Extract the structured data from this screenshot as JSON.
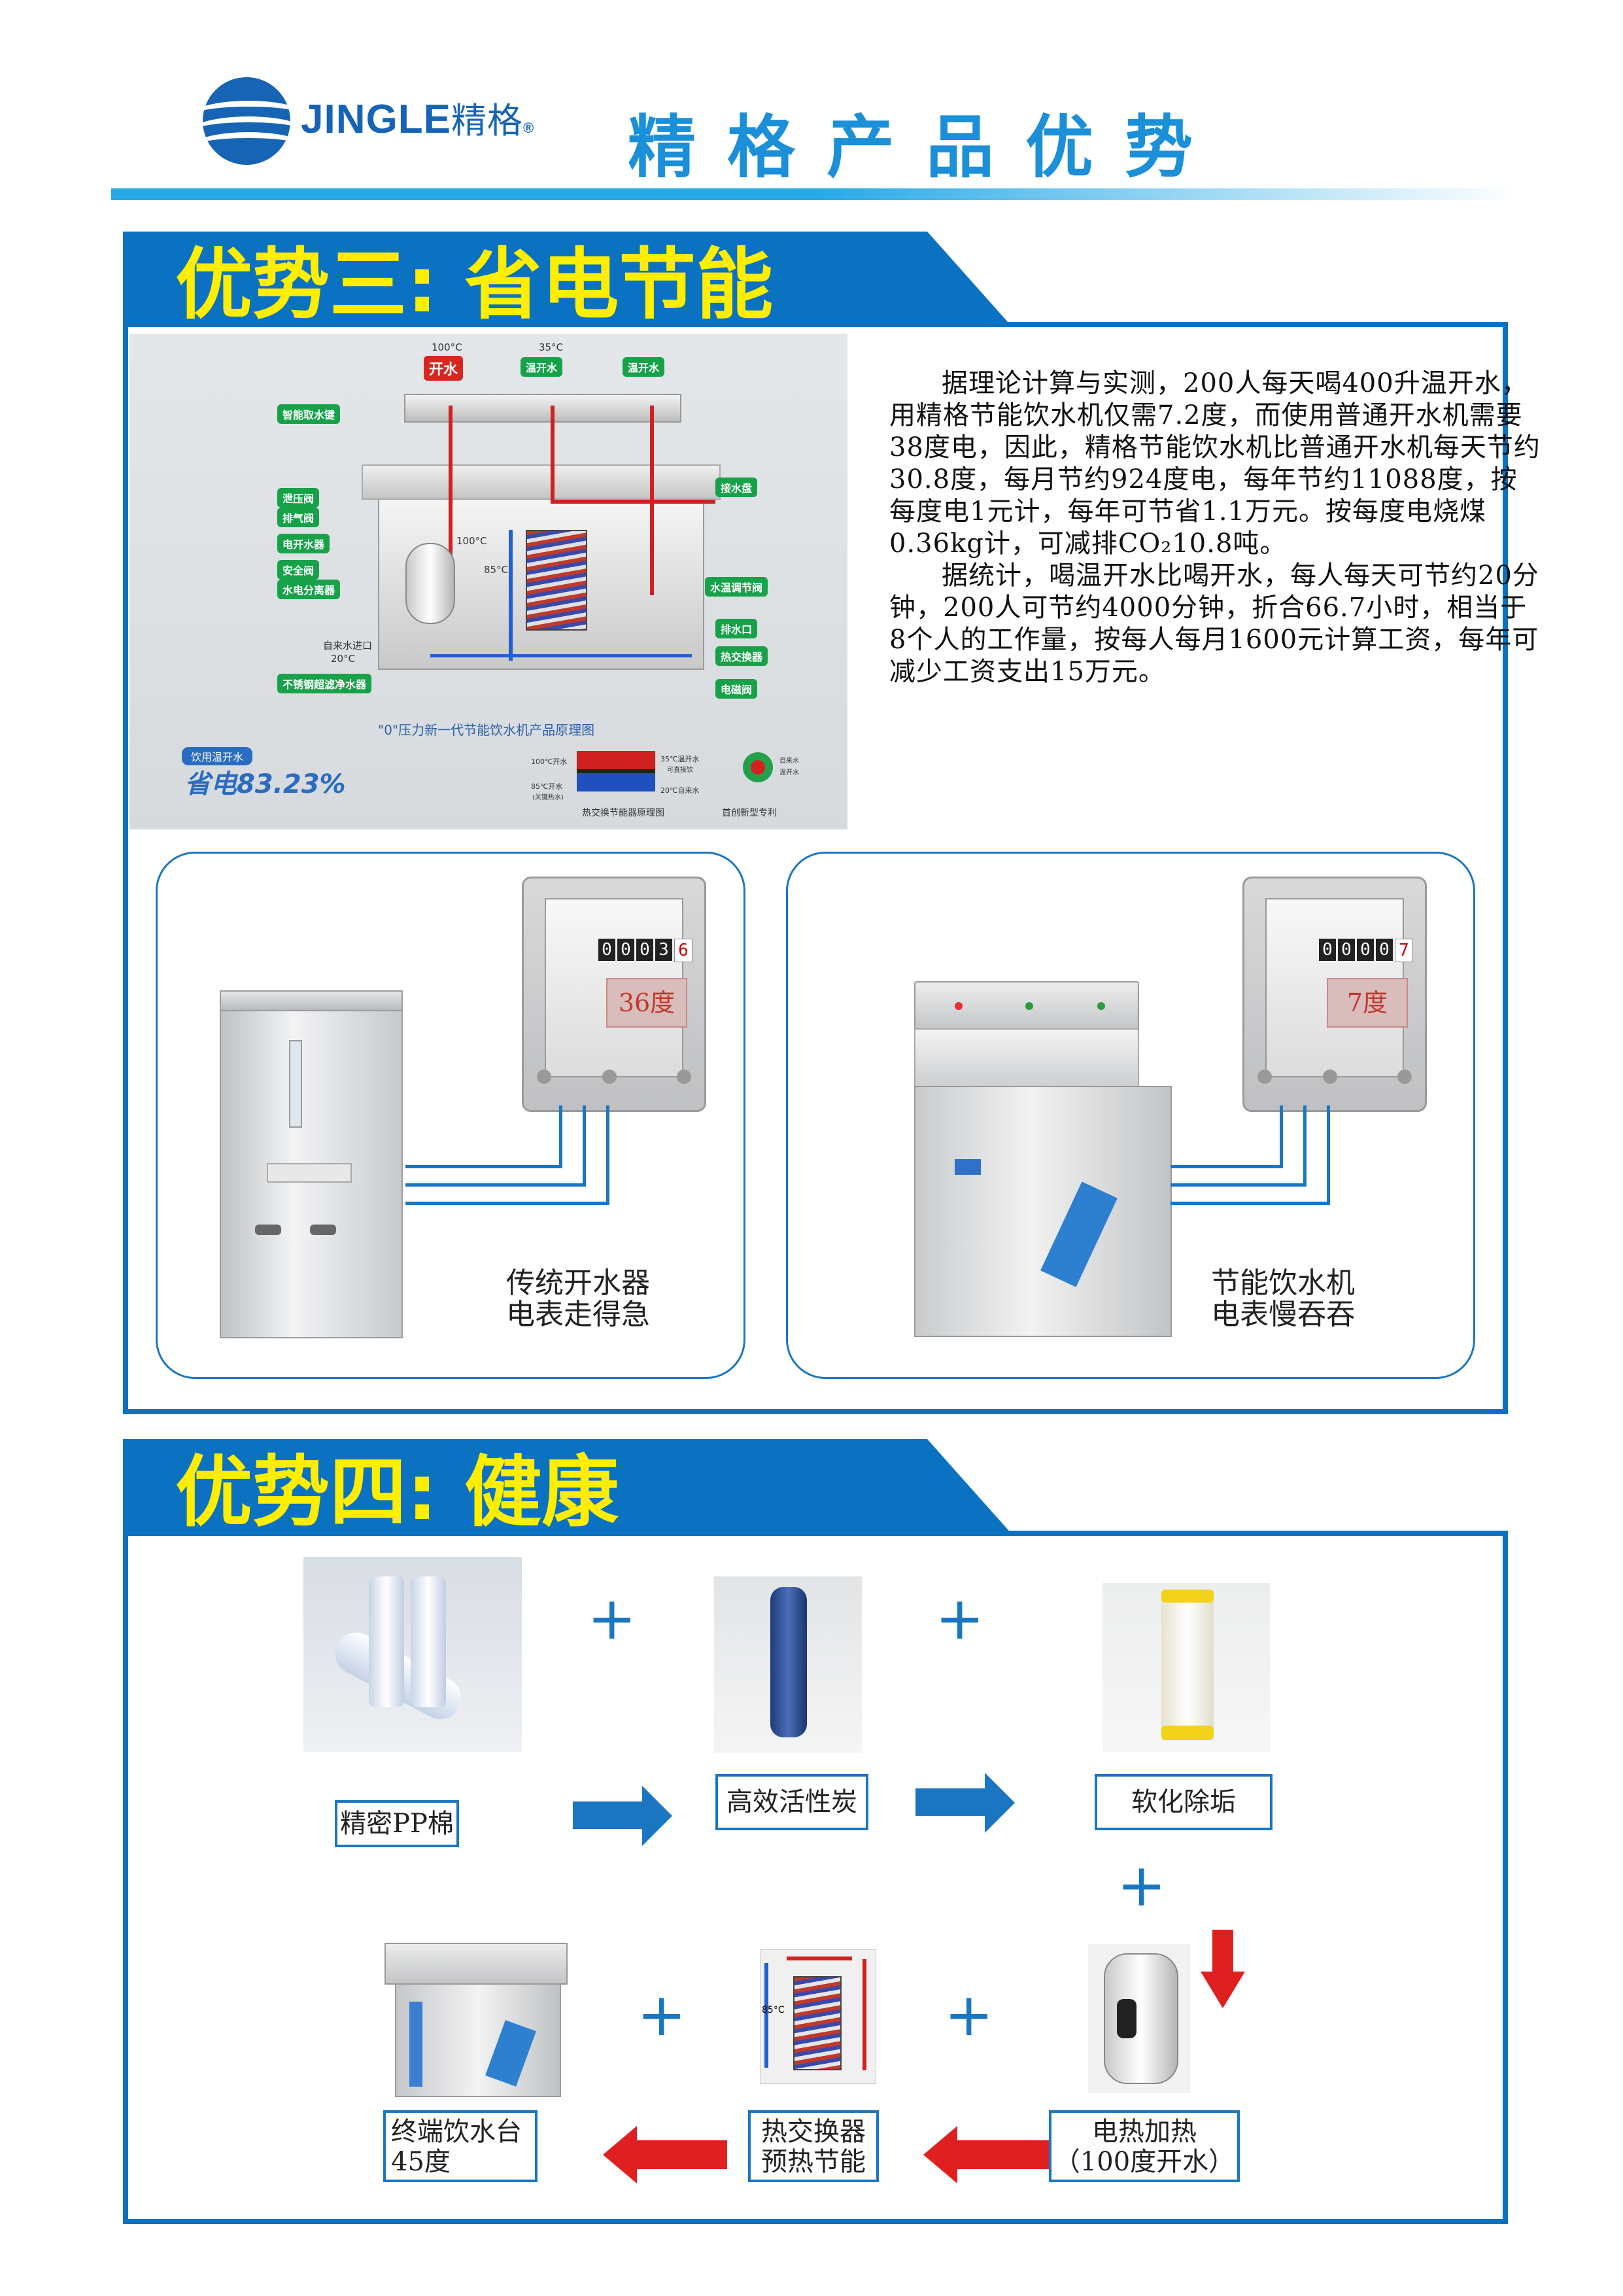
{
  "header": {
    "logo_en": "JINGLE",
    "logo_cn": "精格",
    "logo_mark": "®",
    "title": "精格产品优势"
  },
  "section3": {
    "title": "优势三: 省电节能",
    "diagram": {
      "temps": [
        "100°C",
        "35°C"
      ],
      "tap_labels": [
        "开水",
        "温开水",
        "温开水"
      ],
      "labels_left": [
        "智能取水键",
        "泄压阀",
        "排气阀",
        "电开水器",
        "安全阀",
        "水电分离器",
        "不锈钢超滤净水器"
      ],
      "labels_right": [
        "接水盘",
        "水温调节阀",
        "排水口",
        "热交换器",
        "电磁阀"
      ],
      "inlet_label": "自来水进口",
      "inlet_temp": "20°C",
      "temp_85": "85°C",
      "temp_100": "100°C",
      "caption": "\"0\"压力新一代节能饮水机产品原理图",
      "badge_small": "饮用温开水",
      "badge_big": "省电83.23%",
      "hx_labels": [
        "100℃开水",
        "35℃温开水",
        "可直接饮",
        "85℃开水",
        "(关键热水)",
        "20℃自来水"
      ],
      "hx_caption": "热交换节能器原理图",
      "patent_caption": "首创新型专利",
      "legend": [
        "自来水",
        "温开水"
      ]
    },
    "paragraphs": [
      "据理论计算与实测，200人每天喝400升温开水，用精格节能饮水机仅需7.2度，而使用普通开水机需要38度电，因此，精格节能饮水机比普通开水机每天节约30.8度，每月节约924度电，每年节约11088度，按每度电1元计，每年可节省1.1万元。按每度电烧煤0.36kg计，可减排CO₂10.8吨。",
      "据统计，喝温开水比喝开水，每人每天可节约20分钟，200人可节约4000分钟，折合66.7小时，相当于8个人的工作量，按每人每月1600元计算工资，每年可减少工资支出15万元。"
    ],
    "left_compare": {
      "meter_digits": [
        "0",
        "0",
        "0",
        "3",
        "6"
      ],
      "meter_reading": "36度",
      "caption_line1": "传统开水器",
      "caption_line2": "电表走得急"
    },
    "right_compare": {
      "meter_digits": [
        "0",
        "0",
        "0",
        "0",
        "7"
      ],
      "meter_reading": "7度",
      "caption_line1": "节能饮水机",
      "caption_line2": "电表慢吞吞"
    }
  },
  "section4": {
    "title": "优势四: 健康",
    "steps": {
      "pp": "精密PP棉",
      "carbon": "高效活性炭",
      "soften": "软化除垢",
      "heater": "电热加热\n（100度开水）",
      "heater_l1": "电热加热",
      "heater_l2": "（100度开水）",
      "exchanger_l1": "热交换器",
      "exchanger_l2": "预热节能",
      "terminal_l1": "终端饮水台",
      "terminal_l2": "45度"
    },
    "plus": "+",
    "exchanger_temp": "85°C"
  },
  "colors": {
    "brand_blue": "#1764b4",
    "banner_blue": "#0a72c0",
    "title_blue": "#1b8fd8",
    "banner_text": "#ffee00",
    "arrow_red": "#e02020"
  }
}
